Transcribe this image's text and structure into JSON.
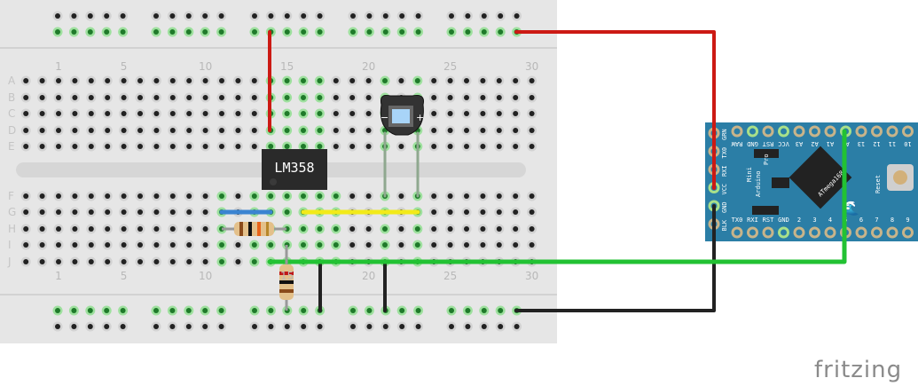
{
  "breadboard": {
    "row_labels_top": [
      "A",
      "B",
      "C",
      "D",
      "E"
    ],
    "row_labels_bottom": [
      "F",
      "G",
      "H",
      "I",
      "J"
    ],
    "column_numbers": [
      "1",
      "5",
      "10",
      "15",
      "20",
      "25",
      "30"
    ],
    "green_columns_top": [
      14,
      15,
      16,
      17,
      21,
      23
    ],
    "green_columns_bottom": [
      11,
      13,
      14,
      15,
      16,
      17,
      18,
      21,
      23
    ]
  },
  "chip": {
    "label": "LM358"
  },
  "photodiode": {
    "minus": "−",
    "plus": "+"
  },
  "arduino": {
    "name_line1": "Arduino",
    "name_line2": "Mini",
    "name_line3": "Pro",
    "mcu": "ATmega168",
    "reset": "Reset",
    "top_pins": [
      "RAW",
      "GND",
      "RST",
      "VCC",
      "A3",
      "A2",
      "A1",
      "A0",
      "13",
      "12",
      "11",
      "10"
    ],
    "bottom_pins": [
      "TX0",
      "RXI",
      "RST",
      "GND",
      "2",
      "3",
      "4",
      "5",
      "6",
      "7",
      "8",
      "9"
    ],
    "side_pins": [
      "GRN",
      "TX0",
      "RXI",
      "VCC",
      "GND",
      "BLK"
    ],
    "color": "#2b7ea6"
  },
  "wire_colors": {
    "power": "#cc1a14",
    "ground": "#222222",
    "signal": "#22c233",
    "jumper_yellow": "#f2ea1a",
    "jumper_blue": "#3b84d1"
  },
  "logo": "fritzing"
}
